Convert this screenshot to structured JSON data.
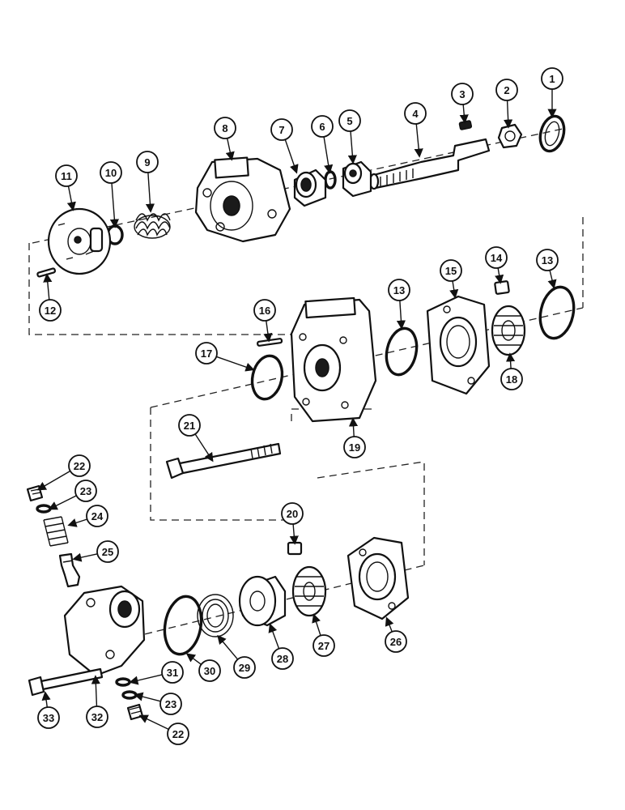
{
  "callouts": [
    {
      "label": "1"
    },
    {
      "label": "2"
    },
    {
      "label": "3"
    },
    {
      "label": "4"
    },
    {
      "label": "5"
    },
    {
      "label": "6"
    },
    {
      "label": "7"
    },
    {
      "label": "8"
    },
    {
      "label": "9"
    },
    {
      "label": "10"
    },
    {
      "label": "11"
    },
    {
      "label": "12"
    },
    {
      "label": "13"
    },
    {
      "label": "13"
    },
    {
      "label": "14"
    },
    {
      "label": "15"
    },
    {
      "label": "16"
    },
    {
      "label": "17"
    },
    {
      "label": "18"
    },
    {
      "label": "19"
    },
    {
      "label": "20"
    },
    {
      "label": "21"
    },
    {
      "label": "22"
    },
    {
      "label": "22"
    },
    {
      "label": "23"
    },
    {
      "label": "23"
    },
    {
      "label": "24"
    },
    {
      "label": "25"
    },
    {
      "label": "26"
    },
    {
      "label": "27"
    },
    {
      "label": "28"
    },
    {
      "label": "29"
    },
    {
      "label": "30"
    },
    {
      "label": "31"
    },
    {
      "label": "32"
    },
    {
      "label": "33"
    }
  ]
}
